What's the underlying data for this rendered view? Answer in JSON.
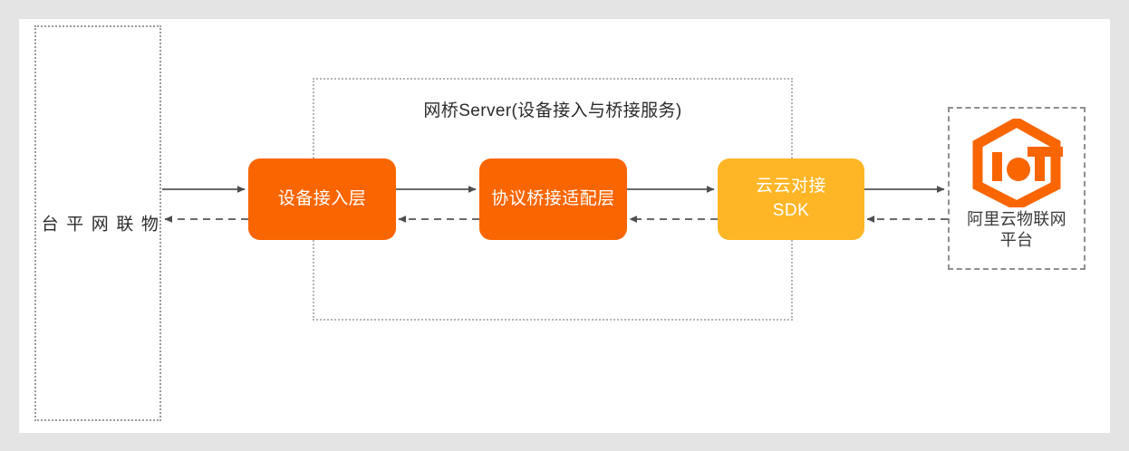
{
  "diagram": {
    "title": "网桥Server(设备接入与桥接服务)",
    "left_platform": {
      "label": "物\n联\n网\n平\n台",
      "border_style": "dotted"
    },
    "bridge_server": {
      "title": "网桥Server(设备接入与桥接服务)",
      "border_style": "dotted",
      "boxes": [
        {
          "label": "设备接入层",
          "color": "#f96500",
          "text_color": "#ffffff"
        },
        {
          "label": "协议桥接适配层",
          "color": "#f96500",
          "text_color": "#ffffff"
        },
        {
          "label": "云云对接\nSDK",
          "color": "#ffb626",
          "text_color": "#ffffff"
        }
      ]
    },
    "right_platform": {
      "label": "阿里云物联网\n平台",
      "logo_name": "iot-logo",
      "logo_color": "#f96500",
      "border_style": "dashed"
    },
    "connectors": [
      {
        "from": "物联网平台",
        "to": "设备接入层",
        "style": "solid",
        "direction": "right"
      },
      {
        "from": "设备接入层",
        "to": "物联网平台",
        "style": "dashed",
        "direction": "left"
      },
      {
        "from": "设备接入层",
        "to": "协议桥接适配层",
        "style": "solid",
        "direction": "right"
      },
      {
        "from": "协议桥接适配层",
        "to": "设备接入层",
        "style": "dashed",
        "direction": "left"
      },
      {
        "from": "协议桥接适配层",
        "to": "云云对接SDK",
        "style": "solid",
        "direction": "right"
      },
      {
        "from": "云云对接SDK",
        "to": "协议桥接适配层",
        "style": "dashed",
        "direction": "left"
      },
      {
        "from": "云云对接SDK",
        "to": "阿里云物联网平台",
        "style": "solid",
        "direction": "right"
      },
      {
        "from": "阿里云物联网平台",
        "to": "云云对接SDK",
        "style": "dashed",
        "direction": "left"
      }
    ],
    "colors": {
      "page_background": "#e4e4e4",
      "canvas": "#ffffff",
      "accent_orange": "#f96500",
      "accent_amber": "#ffb626",
      "line": "#5a5a5a",
      "border_gray": "#9a9a9a"
    }
  }
}
